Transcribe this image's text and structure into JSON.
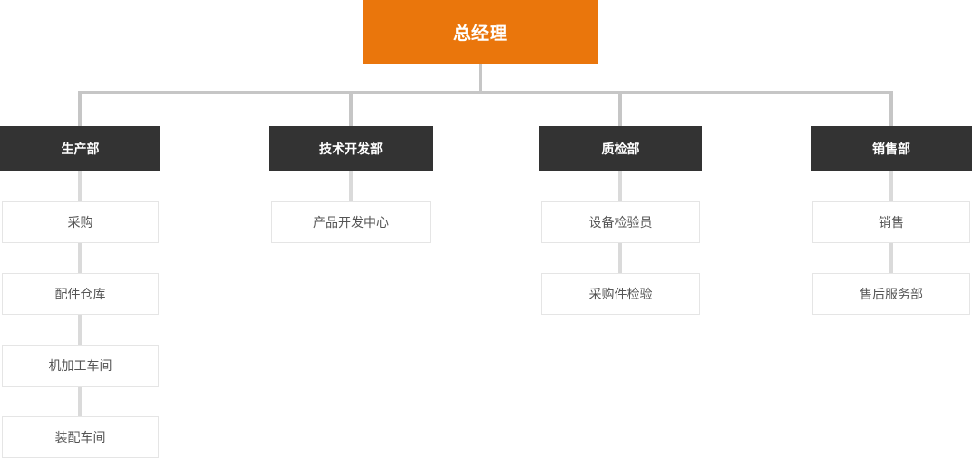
{
  "org": {
    "root": {
      "label": "总经理"
    },
    "departments": [
      {
        "label": "生产部",
        "children": [
          "采购",
          "配件仓库",
          "机加工车间",
          "装配车间"
        ]
      },
      {
        "label": "技术开发部",
        "children": [
          "产品开发中心"
        ]
      },
      {
        "label": "质检部",
        "children": [
          "设备检验员",
          "采购件检验"
        ]
      },
      {
        "label": "销售部",
        "children": [
          "销售",
          "售后服务部"
        ]
      }
    ]
  },
  "colors": {
    "root_bg": "#EA760C",
    "root_text": "#FFFFFF",
    "dept_bg": "#333333",
    "dept_text": "#FFFFFF",
    "connector": "#C6C6C6",
    "connector_light": "#DADADA",
    "child_bg": "#FFFFFF",
    "child_border": "#E5E5E5",
    "child_text": "#555555",
    "background": "#FFFFFF"
  }
}
